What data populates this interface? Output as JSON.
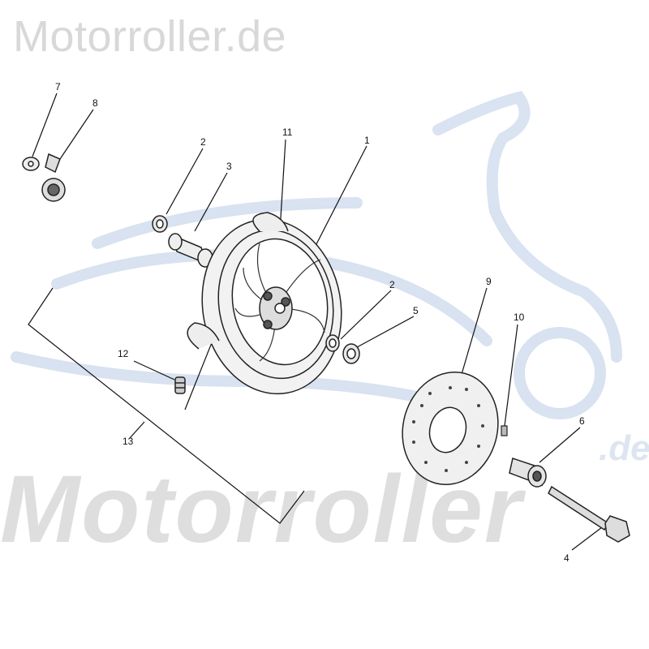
{
  "watermark": {
    "top_text": "Motorroller.de",
    "big_text": "Motorroller",
    "suffix": ".de",
    "logo_color": "#c9d9ec"
  },
  "parts": [
    {
      "id": "7"
    },
    {
      "id": "8"
    },
    {
      "id": "2"
    },
    {
      "id": "3"
    },
    {
      "id": "11"
    },
    {
      "id": "1"
    },
    {
      "id": "2"
    },
    {
      "id": "5"
    },
    {
      "id": "9"
    },
    {
      "id": "10"
    },
    {
      "id": "12"
    },
    {
      "id": "13"
    },
    {
      "id": "6"
    },
    {
      "id": "4"
    }
  ]
}
